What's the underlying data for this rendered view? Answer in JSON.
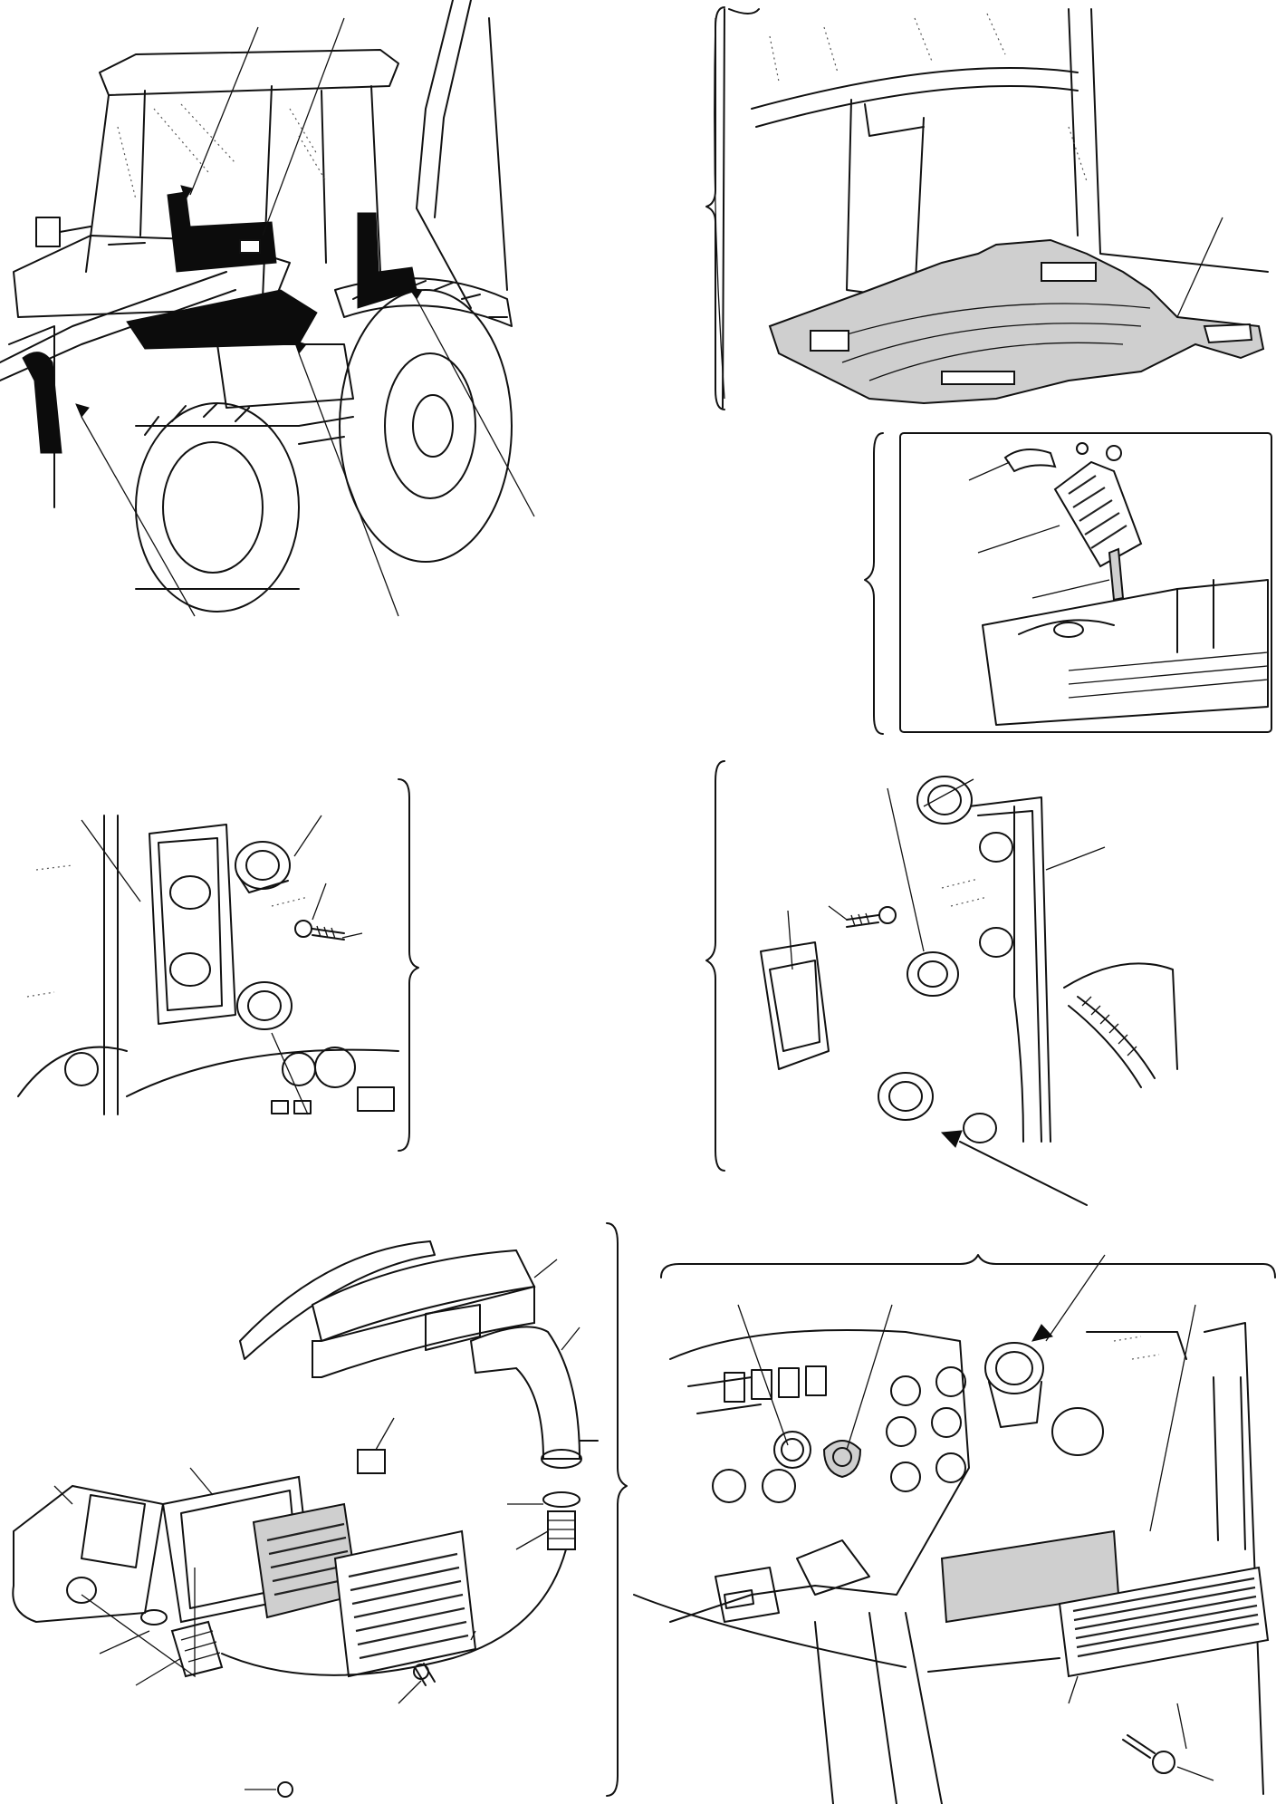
{
  "drawing": {
    "colors": {
      "line": "#111111",
      "solid_fill": "#0c0c0c",
      "stipple_fill": "#cfcfcf",
      "paper": "#ffffff"
    },
    "panels": [
      {
        "id": "machine-overview"
      },
      {
        "id": "cab-floor-mat"
      },
      {
        "id": "radiator-filter-detail"
      },
      {
        "id": "left-pillar-plugs"
      },
      {
        "id": "right-pillar-plugs"
      },
      {
        "id": "air-vent-exploded"
      },
      {
        "id": "dashboard-vent-installation"
      }
    ]
  }
}
